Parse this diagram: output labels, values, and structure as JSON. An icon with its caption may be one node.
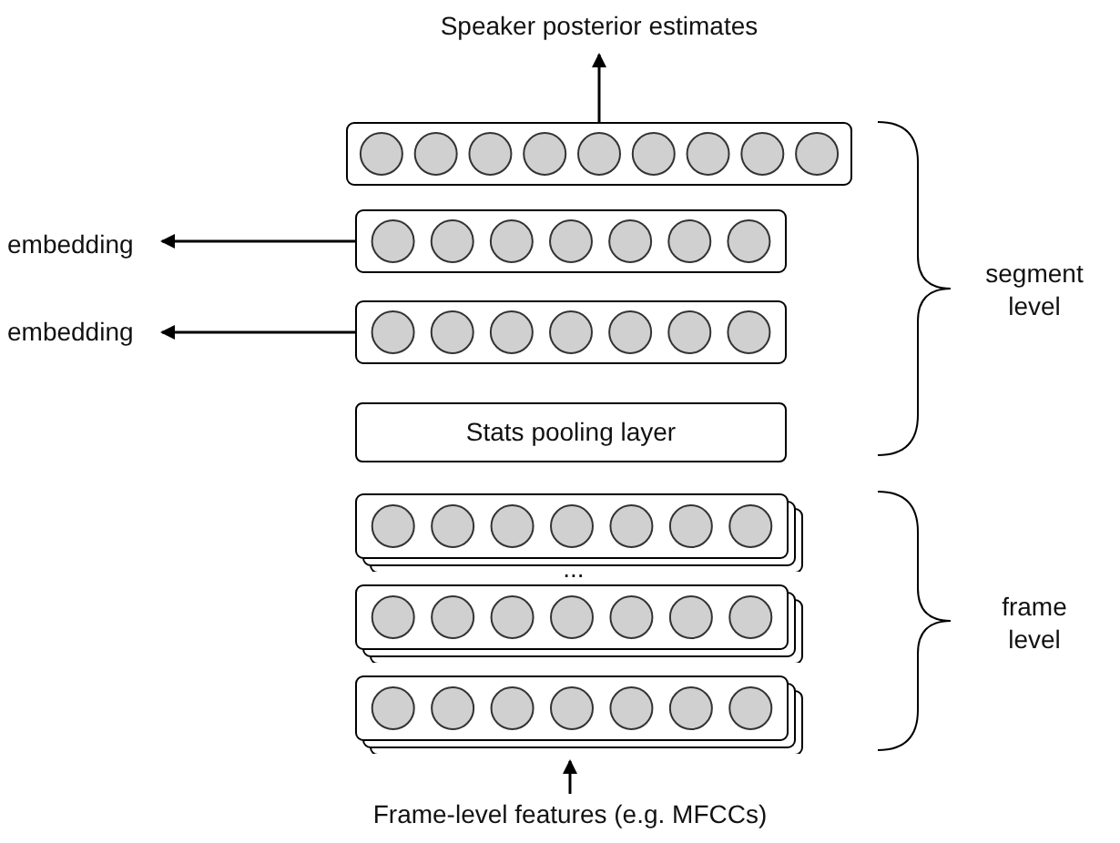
{
  "diagram": {
    "nodes": [
      {
        "text": [
          "Speaker posterior estimates"
        ]
      },
      {
        "text": [],
        "shape": "box"
      },
      {
        "text": [
          "embedding"
        ]
      },
      {
        "text": [],
        "shape": "box"
      },
      {
        "text": [
          "embedding"
        ]
      },
      {
        "text": [],
        "shape": "box"
      },
      {
        "text": [
          "Stats pooling layer"
        ]
      },
      {
        "text": [],
        "shape": "box"
      },
      {
        "text": [],
        "shape": "box"
      },
      {
        "text": [],
        "shape": "box"
      },
      {
        "text": [
          "Frame-level features (e.g. MFCCs)"
        ]
      }
    ],
    "edges": [
      {
        "from": 1,
        "to": 0,
        "arrow": "to"
      },
      {
        "from": 3,
        "to": 2,
        "arrow": "to"
      },
      {
        "from": 5,
        "to": 4,
        "arrow": "to"
      },
      {
        "from": 10,
        "to": 9,
        "arrow": "to"
      }
    ],
    "labels": [
      "segment level",
      "...",
      "frame level"
    ]
  }
}
